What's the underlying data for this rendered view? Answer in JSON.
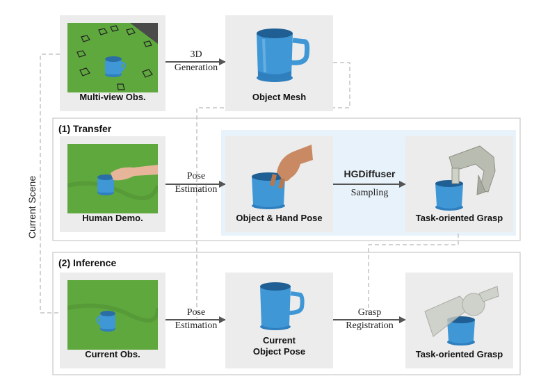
{
  "side_label": "Current Scene",
  "sections": {
    "transfer": "(1) Transfer",
    "inference": "(2) Inference"
  },
  "nodes": {
    "multiview": "Multi-view Obs.",
    "mesh": "Object Mesh",
    "human_demo": "Human Demo.",
    "hand_pose": "Object & Hand Pose",
    "grasp_transfer": "Task-oriented Grasp",
    "current_obs": "Current Obs.",
    "current_pose_line1": "Current",
    "current_pose_line2": "Object Pose",
    "grasp_inference": "Task-oriented Grasp"
  },
  "edges": {
    "generation_line1": "3D",
    "generation_line2": "Generation",
    "pose1_line1": "Pose",
    "pose1_line2": "Estimation",
    "hgdiffuser": "HGDiffuser",
    "sampling": "Sampling",
    "pose2_line1": "Pose",
    "pose2_line2": "Estimation",
    "grasp_reg_line1": "Grasp",
    "grasp_reg_line2": "Registration"
  },
  "colors": {
    "mug": "#3f97d6",
    "green_screen": "#5fa83e",
    "highlight": "#e8f2fa",
    "tile": "#ececec",
    "dashed": "#bdbdbd"
  }
}
